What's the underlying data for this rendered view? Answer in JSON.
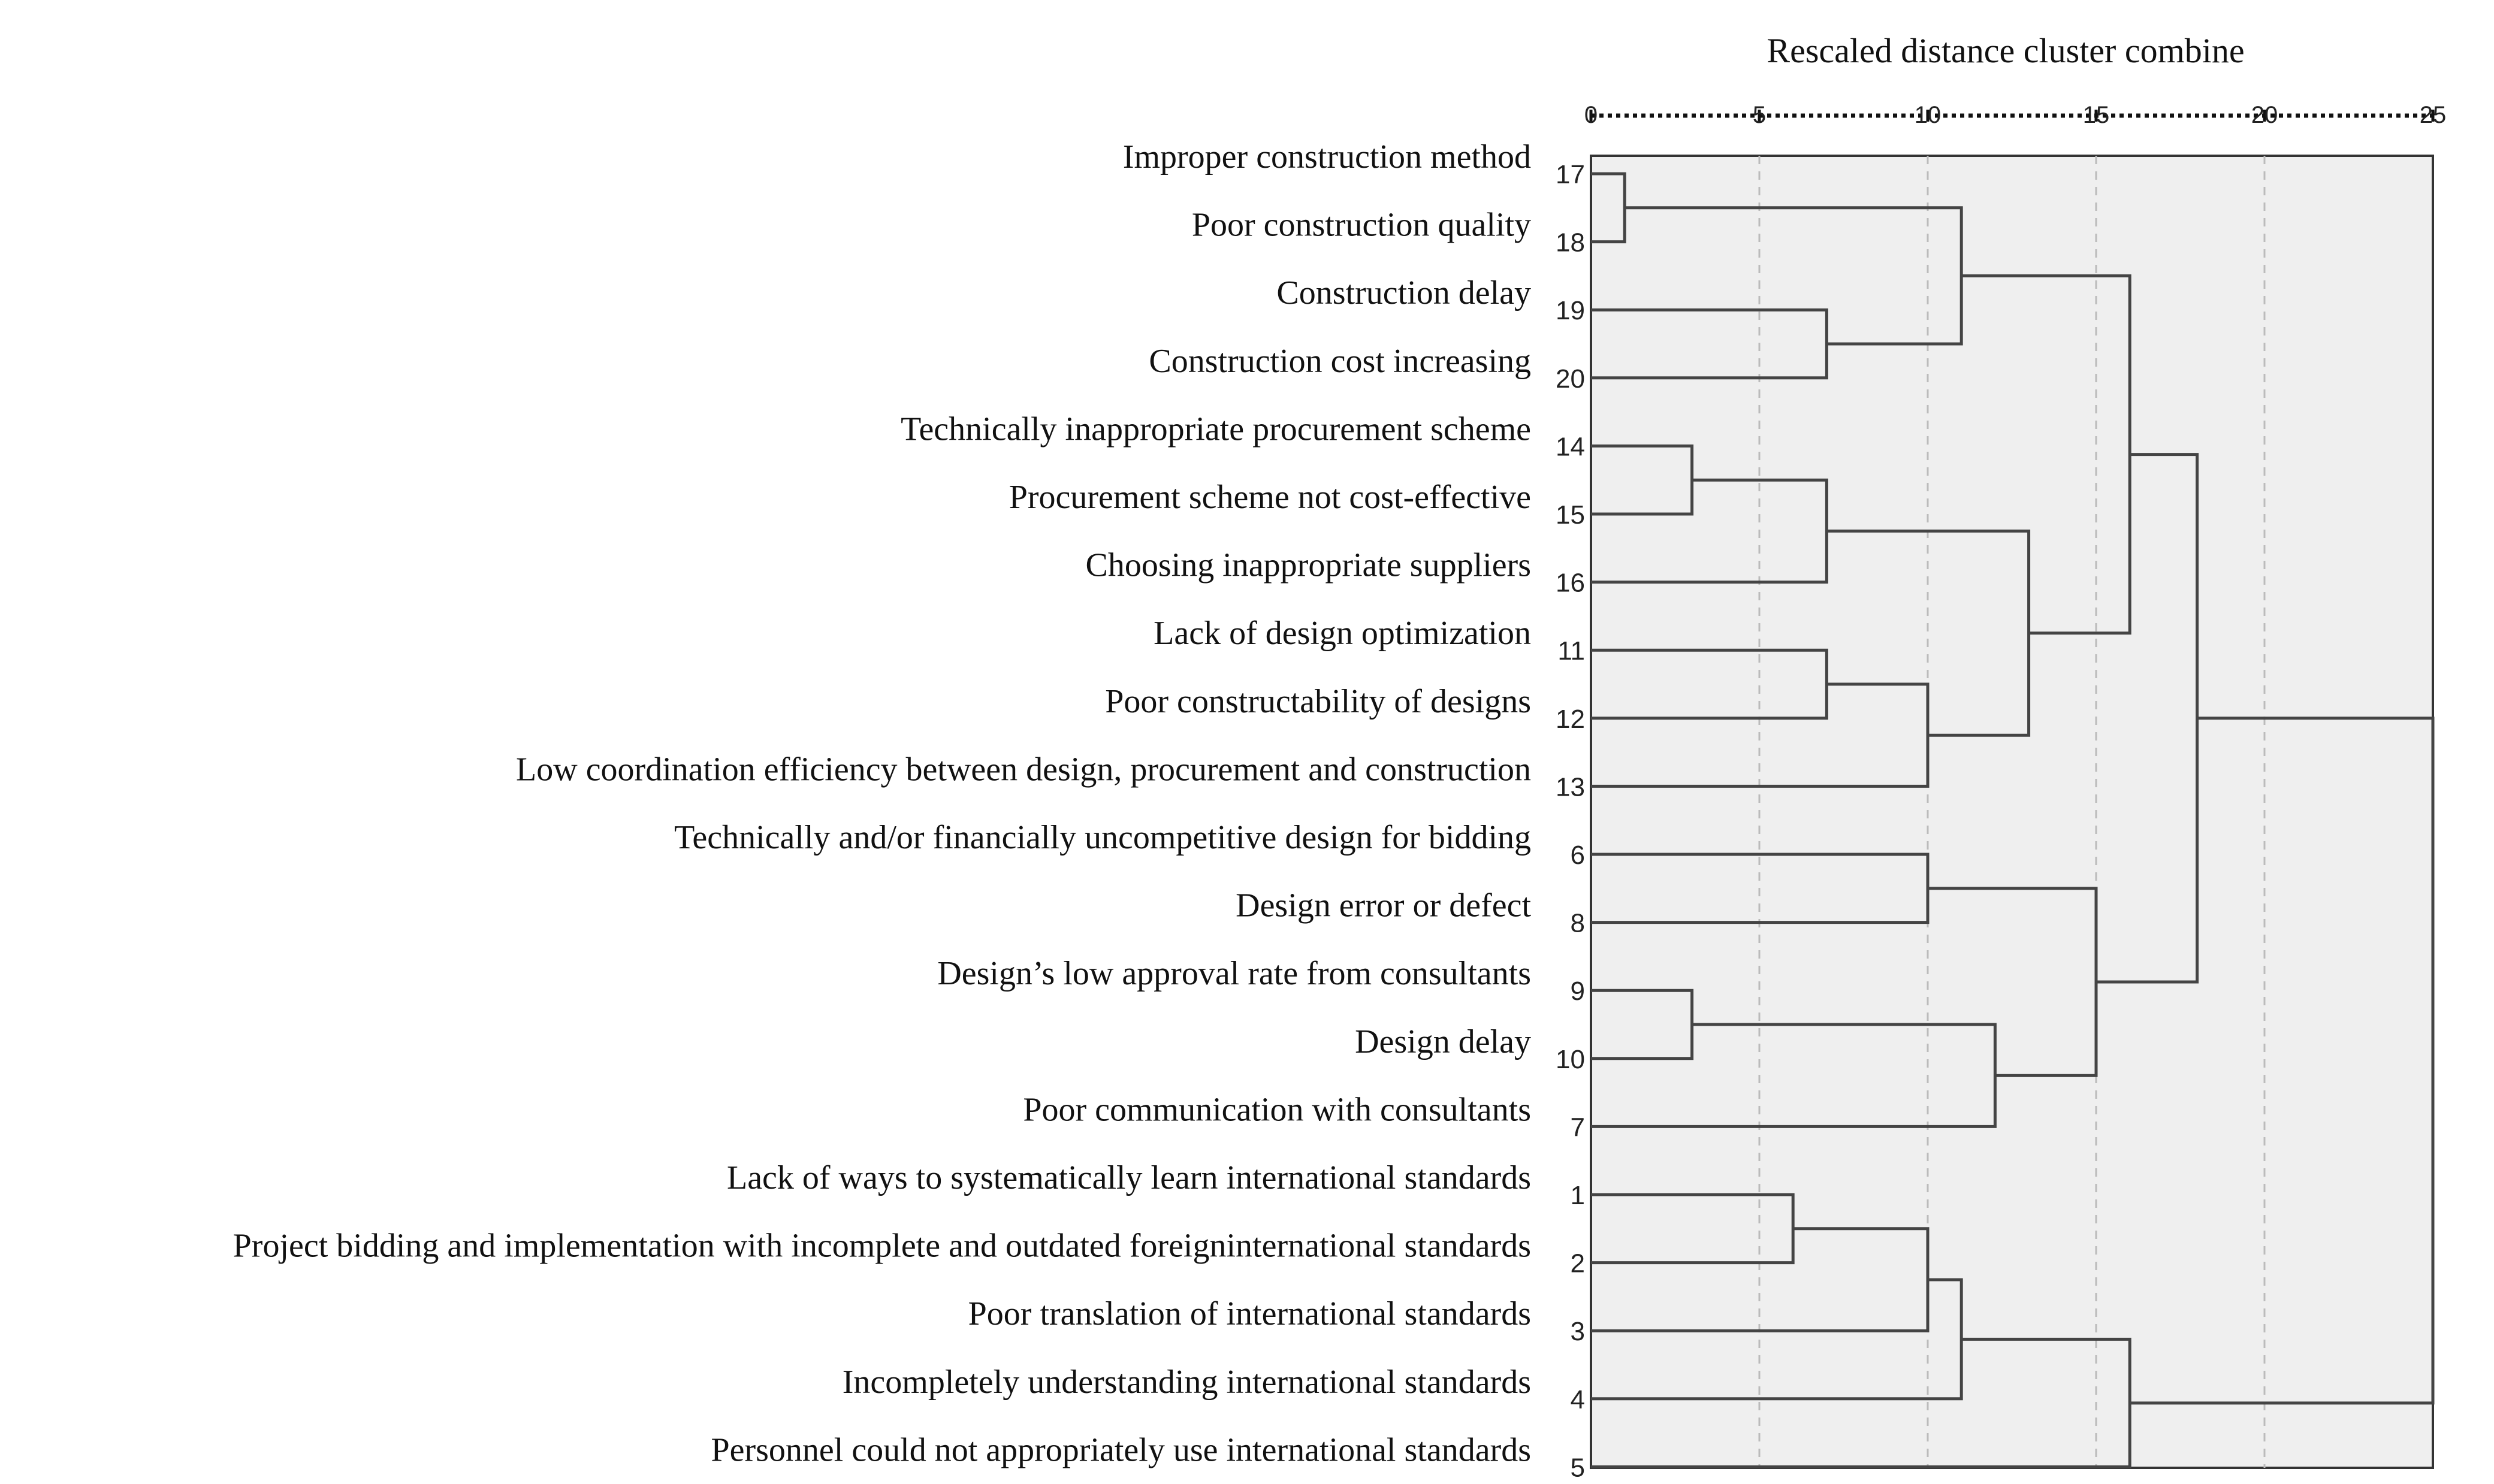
{
  "chart_data": {
    "type": "dendrogram",
    "title": "Rescaled distance cluster combine",
    "xlim": [
      0,
      25
    ],
    "x_ticks": [
      "0",
      "5",
      "10",
      "15",
      "20",
      "25"
    ],
    "grid": true,
    "leaves": [
      {
        "label": "Improper construction method",
        "id": "17"
      },
      {
        "label": "Poor construction quality",
        "id": "18"
      },
      {
        "label": "Construction delay",
        "id": "19"
      },
      {
        "label": "Construction cost increasing",
        "id": "20"
      },
      {
        "label": "Technically inappropriate procurement scheme",
        "id": "14"
      },
      {
        "label": "Procurement scheme not cost-effective",
        "id": "15"
      },
      {
        "label": "Choosing inappropriate suppliers",
        "id": "16"
      },
      {
        "label": "Lack of design optimization",
        "id": "11"
      },
      {
        "label": "Poor constructability of designs",
        "id": "12"
      },
      {
        "label": "Low coordination efficiency between  design, procurement and construction",
        "id": "13"
      },
      {
        "label": "Technically and/or financially uncompetitive design for bidding",
        "id": "6"
      },
      {
        "label": "Design error or defect",
        "id": "8"
      },
      {
        "label": "Design’s low approval rate from consultants",
        "id": "9"
      },
      {
        "label": "Design delay",
        "id": "10"
      },
      {
        "label": "Poor communication with consultants",
        "id": "7"
      },
      {
        "label": "Lack of ways to systematically learn international standards",
        "id": "1"
      },
      {
        "label": "Project bidding and implementation with incomplete and outdated foreigninternational standards",
        "id": "2"
      },
      {
        "label": "Poor translation of international standards",
        "id": "3"
      },
      {
        "label": "Incompletely understanding international standards",
        "id": "4"
      },
      {
        "label": "Personnel could not appropriately use international standards",
        "id": "5"
      }
    ],
    "merges": [
      {
        "a": "L0",
        "b": "L1",
        "height": 1.0
      },
      {
        "a": "L2",
        "b": "L3",
        "height": 7.0
      },
      {
        "a": "M0",
        "b": "M1",
        "height": 11.0
      },
      {
        "a": "L4",
        "b": "L5",
        "height": 3.0
      },
      {
        "a": "M3",
        "b": "L6",
        "height": 7.0
      },
      {
        "a": "L7",
        "b": "L8",
        "height": 7.0
      },
      {
        "a": "M5",
        "b": "L9",
        "height": 10.0
      },
      {
        "a": "M4",
        "b": "M6",
        "height": 13.0
      },
      {
        "a": "M2",
        "b": "M7",
        "height": 16.0
      },
      {
        "a": "L10",
        "b": "L11",
        "height": 10.0
      },
      {
        "a": "L12",
        "b": "L13",
        "height": 3.0
      },
      {
        "a": "M10",
        "b": "L14",
        "height": 12.0
      },
      {
        "a": "M9",
        "b": "M11",
        "height": 15.0
      },
      {
        "a": "M8",
        "b": "M12",
        "height": 18.0
      },
      {
        "a": "L15",
        "b": "L16",
        "height": 6.0
      },
      {
        "a": "M14",
        "b": "L17",
        "height": 10.0
      },
      {
        "a": "M15",
        "b": "L18",
        "height": 11.0
      },
      {
        "a": "M16",
        "b": "L19",
        "height": 16.0
      },
      {
        "a": "M13",
        "b": "M17",
        "height": 25.0
      }
    ],
    "colors": {
      "plot_bg": "#efefef",
      "line": "#444444",
      "grid": "#bbbbbb",
      "axis": "#333333"
    }
  }
}
